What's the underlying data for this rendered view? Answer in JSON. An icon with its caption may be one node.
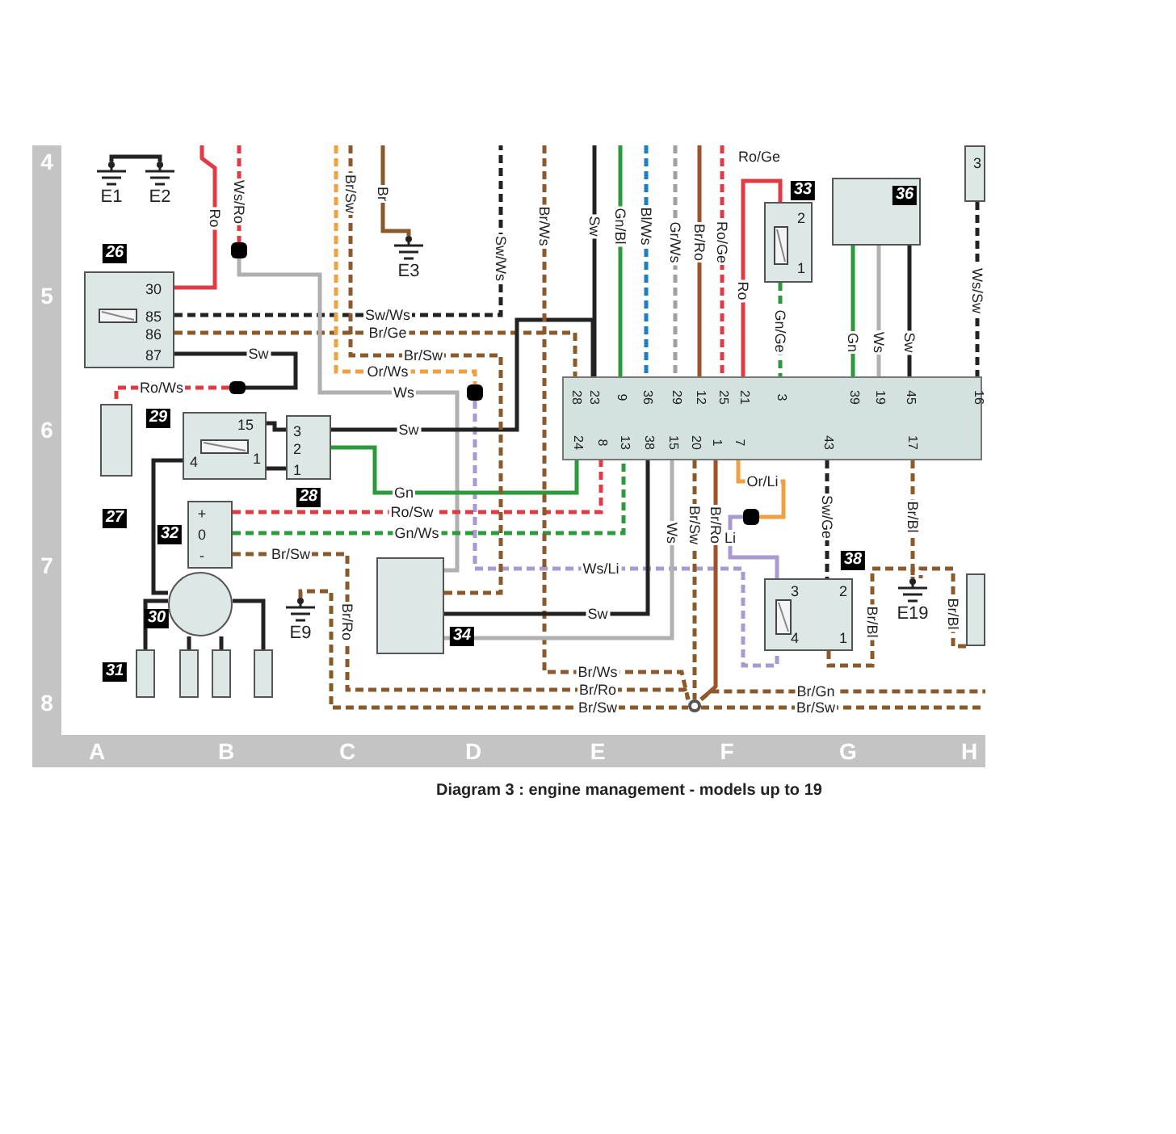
{
  "diagram": {
    "caption": "Diagram 3 : engine management - models up to 19",
    "nodes": [
      {
        "text": [
          "E1"
        ]
      },
      {
        "text": [
          "E2"
        ]
      },
      {
        "text": [
          "E3"
        ]
      },
      {
        "text": [
          "E9"
        ]
      },
      {
        "text": [
          "E19"
        ]
      },
      {
        "text": [
          "26",
          "30",
          "85",
          "86",
          "87"
        ]
      },
      {
        "text": [
          "27"
        ]
      },
      {
        "text": [
          "29",
          "15",
          "4",
          "1"
        ]
      },
      {
        "text": [
          "28",
          "3",
          "2",
          "1"
        ]
      },
      {
        "text": [
          "32",
          "+",
          "0",
          "-"
        ]
      },
      {
        "text": [
          "30"
        ]
      },
      {
        "text": [
          "31"
        ]
      },
      {
        "text": [],
        "shape": "box"
      },
      {
        "text": [],
        "shape": "box"
      },
      {
        "text": [],
        "shape": "box"
      },
      {
        "text": [
          "33",
          "2",
          "1"
        ]
      },
      {
        "text": [
          "36"
        ]
      },
      {
        "text": [
          "34"
        ]
      },
      {
        "text": [
          "38",
          "3",
          "4",
          "2",
          "1"
        ]
      },
      {
        "text": [
          "28",
          "23",
          "9",
          "36",
          "29",
          "12",
          "25",
          "21",
          "3",
          "39",
          "19",
          "45",
          "16",
          "24",
          "8",
          "13",
          "38",
          "15",
          "20",
          "1",
          "7",
          "43",
          "17"
        ]
      },
      {
        "text": [
          "3"
        ]
      },
      {
        "text": [],
        "shape": "box"
      },
      {
        "text": [],
        "shape": "circle"
      },
      {
        "text": [],
        "shape": "plug"
      },
      {
        "text": [],
        "shape": "plug"
      },
      {
        "text": [],
        "shape": "plug"
      },
      {
        "text": [],
        "shape": "plug"
      }
    ],
    "edges": [
      {
        "from": 0,
        "to": 1,
        "arrow": "none",
        "color": "#222222"
      },
      {
        "from": null,
        "to": 5,
        "arrow": "none",
        "label": "Ro",
        "color": "#e03a45"
      },
      {
        "from": 5,
        "to": null,
        "arrow": "none",
        "label": "Sw/Ws",
        "color": "#222222",
        "style": "dashed"
      },
      {
        "from": 5,
        "to": 19,
        "arrow": "none",
        "label": "Br/Ge",
        "color": "#8b5a2b",
        "style": "dashed"
      },
      {
        "from": 5,
        "to": 23,
        "arrow": "none",
        "label": "Sw",
        "color": "#222222"
      },
      {
        "from": 23,
        "to": 6,
        "arrow": "none",
        "label": "Ro/Ws",
        "color": "#e03a45",
        "style": "dashed"
      },
      {
        "from": null,
        "to": 24,
        "arrow": "none",
        "label": "Ws/Ro",
        "color": "#e03a45",
        "style": "dashed"
      },
      {
        "from": 24,
        "to": 17,
        "arrow": "none",
        "label": "Ws",
        "color": "#b0b0b0"
      },
      {
        "from": null,
        "to": 25,
        "arrow": "none",
        "label": "Or/Ws",
        "color": "#f0a040",
        "style": "dashed"
      },
      {
        "from": 25,
        "to": 18,
        "arrow": "none",
        "label": "Ws/Li",
        "color": "#a89ad0",
        "style": "dashed"
      },
      {
        "from": 8,
        "to": 19,
        "arrow": "none",
        "label": "Sw",
        "color": "#222222"
      },
      {
        "from": null,
        "to": 19,
        "arrow": "none",
        "label": "Sw",
        "color": "#222222"
      },
      {
        "from": 8,
        "to": 19,
        "arrow": "none",
        "label": "Gn",
        "color": "#2a9a3a"
      },
      {
        "from": 9,
        "to": 19,
        "arrow": "none",
        "label": "Ro/Sw",
        "color": "#e03a45",
        "style": "dashed"
      },
      {
        "from": 9,
        "to": 19,
        "arrow": "none",
        "label": "Gn/Ws",
        "color": "#2a9a3a",
        "style": "dashed"
      },
      {
        "from": 9,
        "to": 22,
        "arrow": "none",
        "label": "Br/Sw",
        "color": "#8b5a2b",
        "style": "dashed"
      },
      {
        "from": 3,
        "to": 22,
        "arrow": "none",
        "label": "Br/Sw",
        "color": "#8b5a2b",
        "style": "dashed"
      },
      {
        "from": null,
        "to": 22,
        "arrow": "none",
        "label": "Br/Ws",
        "color": "#8b5a2b",
        "style": "dashed"
      },
      {
        "from": 17,
        "to": 19,
        "arrow": "none",
        "label": "Sw",
        "color": "#222222"
      },
      {
        "from": 19,
        "to": 17,
        "arrow": "none",
        "label": "Ws",
        "color": "#b0b0b0"
      },
      {
        "from": 19,
        "to": 22,
        "arrow": "none",
        "label": "Br/Sw",
        "color": "#8b5a2b",
        "style": "dashed"
      },
      {
        "from": 19,
        "to": 22,
        "arrow": "none",
        "label": "Br/Ro",
        "color": "#a0522d"
      },
      {
        "from": 22,
        "to": null,
        "arrow": "none",
        "label": "Br/Gn",
        "color": "#8b5a2b",
        "style": "dashed"
      },
      {
        "from": 22,
        "to": null,
        "arrow": "none",
        "label": "Br/Sw",
        "color": "#8b5a2b",
        "style": "dashed"
      },
      {
        "from": 19,
        "to": 26,
        "arrow": "none",
        "label": "Or/Li",
        "color": "#f0a040"
      },
      {
        "from": 26,
        "to": 18,
        "arrow": "none",
        "label": "Li",
        "color": "#a89ad0"
      },
      {
        "from": 19,
        "to": 18,
        "arrow": "none",
        "label": "Sw/Ge",
        "color": "#222222",
        "style": "dashed"
      },
      {
        "from": 18,
        "to": 4,
        "arrow": "none",
        "label": "Br/Bl",
        "color": "#8b5a2b",
        "style": "dashed"
      },
      {
        "from": 19,
        "to": 4,
        "arrow": "none",
        "label": "Br/Bl",
        "color": "#8b5a2b",
        "style": "dashed"
      },
      {
        "from": 21,
        "to": 4,
        "arrow": "none",
        "label": "Br/Bl",
        "color": "#8b5a2b",
        "style": "dashed"
      },
      {
        "from": 15,
        "to": 19,
        "arrow": "none",
        "label": "Ro",
        "color": "#e03a45"
      },
      {
        "from": 15,
        "to": 19,
        "arrow": "none",
        "label": "Gn/Ge",
        "color": "#2a9a3a",
        "style": "dashed"
      },
      {
        "from": null,
        "to": 19,
        "arrow": "none",
        "label": "Gn/Bl",
        "color": "#2a9a3a"
      },
      {
        "from": null,
        "to": 19,
        "arrow": "none",
        "label": "Bl/Ws",
        "color": "#1b7fc4",
        "style": "dashed"
      },
      {
        "from": null,
        "to": 19,
        "arrow": "none",
        "label": "Gr/Ws",
        "color": "#a0a0a0",
        "style": "dashed"
      },
      {
        "from": null,
        "to": 19,
        "arrow": "none",
        "label": "Br/Ro",
        "color": "#a0522d"
      },
      {
        "from": null,
        "to": 19,
        "arrow": "none",
        "label": "Ro/Ge",
        "color": "#e03a45",
        "style": "dashed"
      },
      {
        "from": 16,
        "to": 19,
        "arrow": "none",
        "label": "Gn",
        "color": "#2a9a3a"
      },
      {
        "from": 16,
        "to": 19,
        "arrow": "none",
        "label": "Ws",
        "color": "#b0b0b0"
      },
      {
        "from": 16,
        "to": 19,
        "arrow": "none",
        "label": "Sw",
        "color": "#222222"
      },
      {
        "from": 20,
        "to": 19,
        "arrow": "none",
        "label": "Ws/Sw",
        "color": "#222222",
        "style": "dashed"
      },
      {
        "from": 7,
        "to": 8,
        "arrow": "none",
        "color": "#222222"
      },
      {
        "from": 7,
        "to": 8,
        "arrow": "none",
        "color": "#222222"
      },
      {
        "from": 7,
        "to": 10,
        "arrow": "none",
        "color": "#222222"
      },
      {
        "from": 10,
        "to": 11,
        "arrow": "none",
        "color": "#222222"
      },
      {
        "from": 10,
        "to": 12,
        "arrow": "none",
        "color": "#222222"
      },
      {
        "from": 10,
        "to": 13,
        "arrow": "none",
        "color": "#222222"
      },
      {
        "from": 10,
        "to": 14,
        "arrow": "none",
        "color": "#222222"
      },
      {
        "from": null,
        "to": 2,
        "arrow": "none",
        "label": "Br",
        "color": "#8b5a2b"
      },
      {
        "from": null,
        "to": 17,
        "arrow": "none",
        "label": "Br/Sw",
        "color": "#8b5a2b",
        "style": "dashed"
      }
    ],
    "labels": [
      "4",
      "5",
      "6",
      "7",
      "8",
      "A",
      "B",
      "C",
      "D",
      "E",
      "F",
      "G",
      "H",
      "Ro/Ge",
      "Br/Sw",
      "Sw/Ws",
      "Br/Ws",
      "Br/Ro",
      "Br/Ro"
    ]
  }
}
